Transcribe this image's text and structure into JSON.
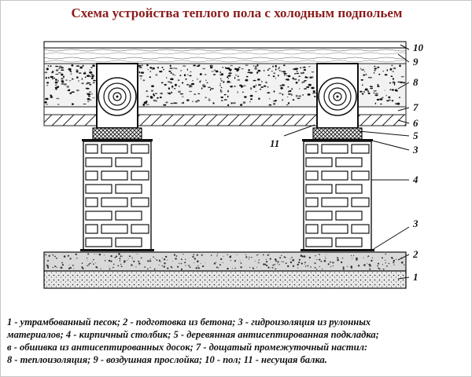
{
  "title": "Схема устройства теплого пола с холодным подпольем",
  "callouts": [
    "10",
    "9",
    "8",
    "7",
    "6",
    "5",
    "3",
    "4",
    "3",
    "2",
    "1",
    "11"
  ],
  "legend": [
    "1 - утрамбованный песок; 2 - подготовка из бетона; 3 - гидроизоляция из рулонных",
    "материалов; 4 - кирпичный столбик; 5 - деревянная антисептированная подкладка;",
    "в - обшивка из антисептированных досок; 7 - дощатый промежуточный настил:",
    "8 - теплоизоляция; 9 - воздушная прослойка; 10 - пол; 11 - несущая балка."
  ],
  "colors": {
    "title": "#8b1c1c",
    "ink": "#111111",
    "background": "#ffffff"
  }
}
